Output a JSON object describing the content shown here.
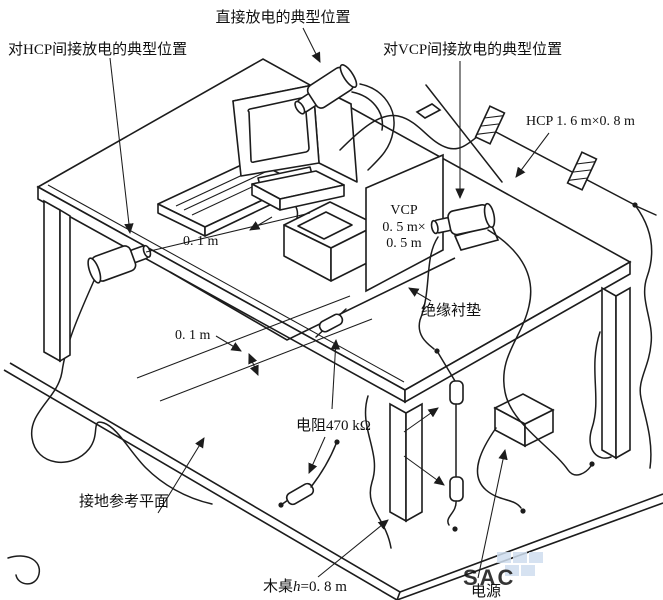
{
  "diagram": {
    "labels": {
      "direct_discharge": "直接放电的典型位置",
      "hcp_indirect": "对HCP间接放电的典型位置",
      "vcp_indirect": "对VCP间接放电的典型位置",
      "hcp_size": "HCP 1. 6 m×0. 8 m",
      "vcp_plate": {
        "line1": "VCP",
        "line2": "0. 5 m×",
        "line3": "0. 5 m"
      },
      "insulating_pad": "绝缘衬垫",
      "dim_keyboard": "0. 1 m",
      "dim_table_edge": "0. 1 m",
      "resistor": "电阻470 kΩ",
      "ground_reference_plane": "接地参考平面",
      "wooden_table": {
        "prefix": "木桌",
        "symbol": "h",
        "value": "=0. 8 m"
      },
      "power": "电源",
      "watermark": "SAC"
    },
    "colors": {
      "ink": "#1c1c1c",
      "background": "#ffffff",
      "watermark_text": "#a9c3e1",
      "watermark_square": "#cfdeef"
    }
  }
}
